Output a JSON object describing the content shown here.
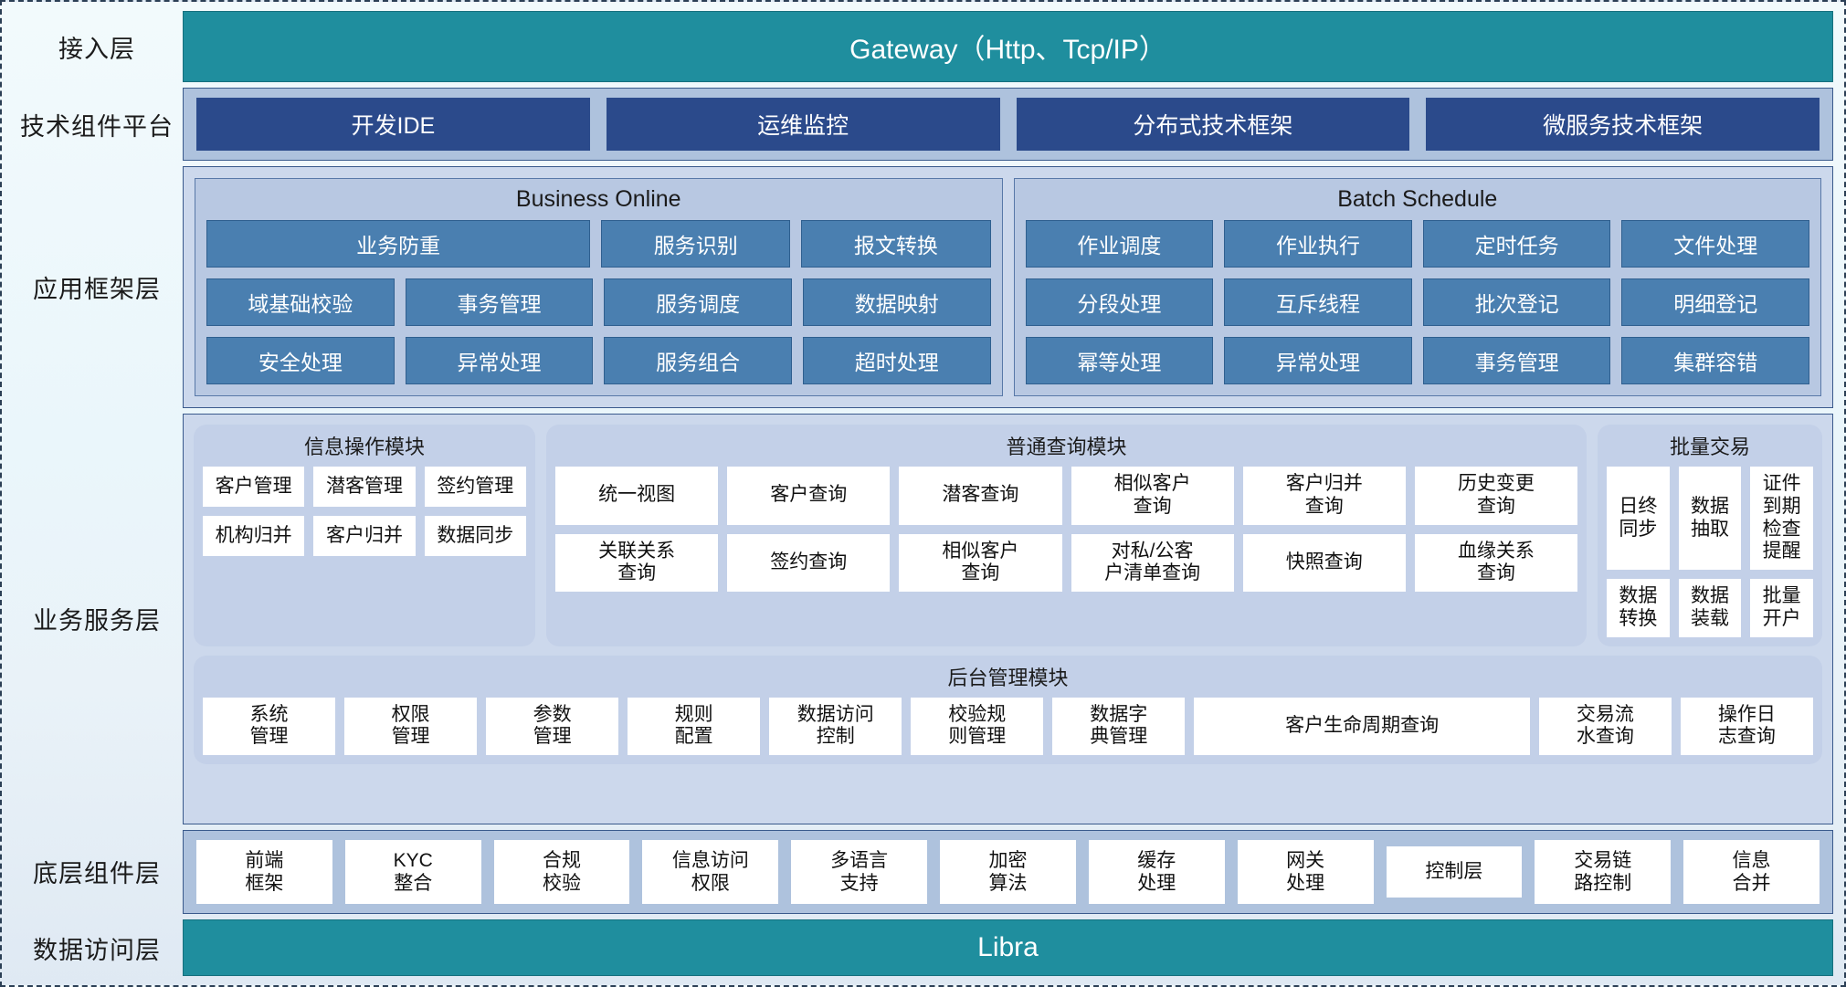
{
  "layers": {
    "access": {
      "label": "接入层",
      "bar": "Gateway（Http、Tcp/IP）"
    },
    "tech_platform": {
      "label": "技术组件平台",
      "items": [
        "开发IDE",
        "运维监控",
        "分布式技术框架",
        "微服务技术框架"
      ]
    },
    "app_framework": {
      "label": "应用框架层",
      "groups": [
        {
          "title": "Business Online",
          "rows": [
            [
              "业务防重",
              "服务识别",
              "报文转换"
            ],
            [
              "域基础校验",
              "事务管理",
              "服务调度",
              "数据映射"
            ],
            [
              "安全处理",
              "异常处理",
              "服务组合",
              "超时处理"
            ]
          ]
        },
        {
          "title": "Batch Schedule",
          "rows": [
            [
              "作业调度",
              "作业执行",
              "定时任务",
              "文件处理"
            ],
            [
              "分段处理",
              "互斥线程",
              "批次登记",
              "明细登记"
            ],
            [
              "幂等处理",
              "异常处理",
              "事务管理",
              "集群容错"
            ]
          ]
        }
      ]
    },
    "business_service": {
      "label": "业务服务层",
      "modules": [
        {
          "title": "信息操作模块",
          "rows": [
            [
              "客户管理",
              "潜客管理",
              "签约管理"
            ],
            [
              "机构归并",
              "客户归并",
              "数据同步"
            ]
          ]
        },
        {
          "title": "普通查询模块",
          "rows": [
            [
              "统一视图",
              "客户查询",
              "潜客查询",
              "相似客户\n查询",
              "客户归并\n查询",
              "历史变更\n查询"
            ],
            [
              "关联关系\n查询",
              "签约查询",
              "相似客户\n查询",
              "对私/公客\n户清单查询",
              "快照查询",
              "血缘关系\n查询"
            ]
          ]
        },
        {
          "title": "批量交易",
          "rows": [
            [
              "日终\n同步",
              "数据\n抽取",
              "证件到期\n检查提醒"
            ],
            [
              "数据\n转换",
              "数据\n装载",
              "批量\n开户"
            ]
          ]
        },
        {
          "title": "后台管理模块",
          "rows": [
            [
              "系统\n管理",
              "权限\n管理",
              "参数\n管理",
              "规则\n配置",
              "数据访问\n控制",
              "校验规\n则管理",
              "数据字\n典管理",
              "客户生命周期查询",
              "交易流\n水查询",
              "操作日\n志查询"
            ]
          ]
        }
      ]
    },
    "bottom_components": {
      "label": "底层组件层",
      "items": [
        "前端\n框架",
        "KYC\n整合",
        "合规\n校验",
        "信息访问\n权限",
        "多语言\n支持",
        "加密\n算法",
        "缓存\n处理",
        "网关\n处理",
        "控制层",
        "交易链\n路控制",
        "信息\n合并"
      ]
    },
    "data_access": {
      "label": "数据访问层",
      "bar": "Libra"
    }
  },
  "colors": {
    "teal": "#1f8e9e",
    "navy": "#2b4a8b",
    "band": "#aec2dd",
    "group": "#b8c8e2",
    "cell_blue": "#4a7fb0",
    "cell_white": "#ffffff"
  }
}
